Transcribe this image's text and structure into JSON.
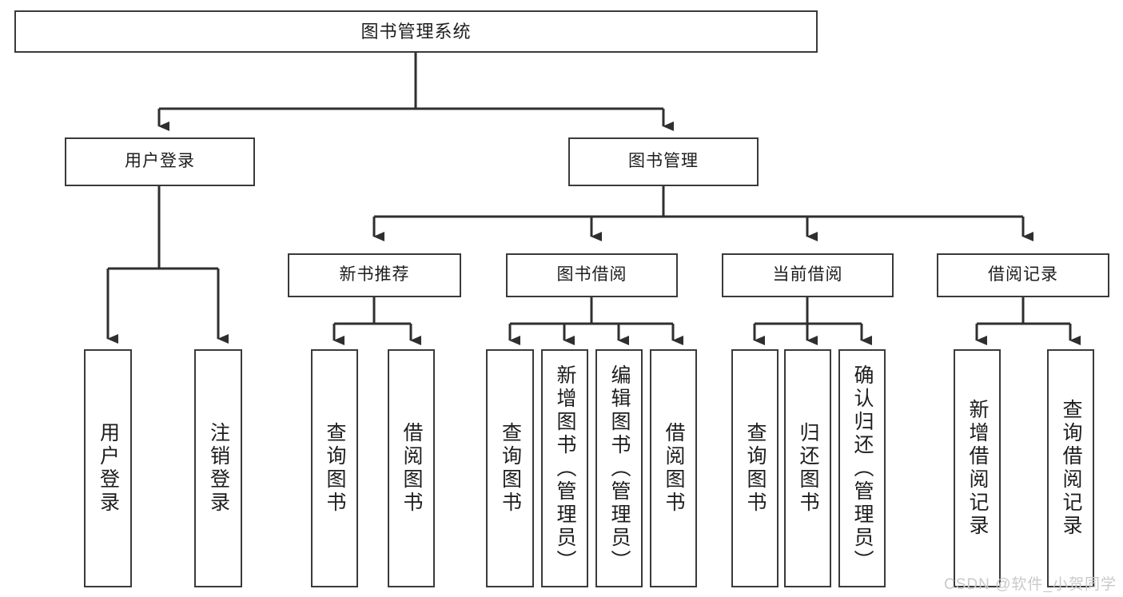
{
  "diagram": {
    "type": "tree-hierarchy",
    "title": "图书管理系统",
    "root": {
      "label": "图书管理系统"
    },
    "level2": [
      {
        "id": "user-login",
        "label": "用户登录"
      },
      {
        "id": "book-management",
        "label": "图书管理"
      }
    ],
    "level3": [
      {
        "id": "new-book-recommend",
        "label": "新书推荐",
        "parent": "book-management"
      },
      {
        "id": "book-borrow",
        "label": "图书借阅",
        "parent": "book-management"
      },
      {
        "id": "current-borrow",
        "label": "当前借阅",
        "parent": "book-management"
      },
      {
        "id": "borrow-record",
        "label": "借阅记录",
        "parent": "book-management"
      }
    ],
    "leaves": [
      {
        "id": "leaf-user-login",
        "label": "用户登录",
        "parent": "user-login"
      },
      {
        "id": "leaf-user-logout",
        "label": "注销登录",
        "parent": "user-login"
      },
      {
        "id": "leaf-query-book-1",
        "label": "查询图书",
        "parent": "new-book-recommend"
      },
      {
        "id": "leaf-borrow-book-1",
        "label": "借阅图书",
        "parent": "new-book-recommend"
      },
      {
        "id": "leaf-query-book-2",
        "label": "查询图书",
        "parent": "book-borrow"
      },
      {
        "id": "leaf-add-book",
        "label": "新增图书（管理员）",
        "parent": "book-borrow"
      },
      {
        "id": "leaf-edit-book",
        "label": "编辑图书（管理员）",
        "parent": "book-borrow"
      },
      {
        "id": "leaf-borrow-book-2",
        "label": "借阅图书",
        "parent": "book-borrow"
      },
      {
        "id": "leaf-query-book-3",
        "label": "查询图书",
        "parent": "current-borrow"
      },
      {
        "id": "leaf-return-book",
        "label": "归还图书",
        "parent": "current-borrow"
      },
      {
        "id": "leaf-confirm-return",
        "label": "确认归还（管理员）",
        "parent": "current-borrow"
      },
      {
        "id": "leaf-add-record",
        "label": "新增借阅记录",
        "parent": "borrow-record"
      },
      {
        "id": "leaf-query-record",
        "label": "查询借阅记录",
        "parent": "borrow-record"
      }
    ],
    "watermark": "CSDN @软件_小贺同学",
    "colors": {
      "stroke": "#3a3a3a",
      "fill": "#ffffff",
      "text": "#1d1d1d",
      "watermark": "#c9c9c9"
    }
  }
}
